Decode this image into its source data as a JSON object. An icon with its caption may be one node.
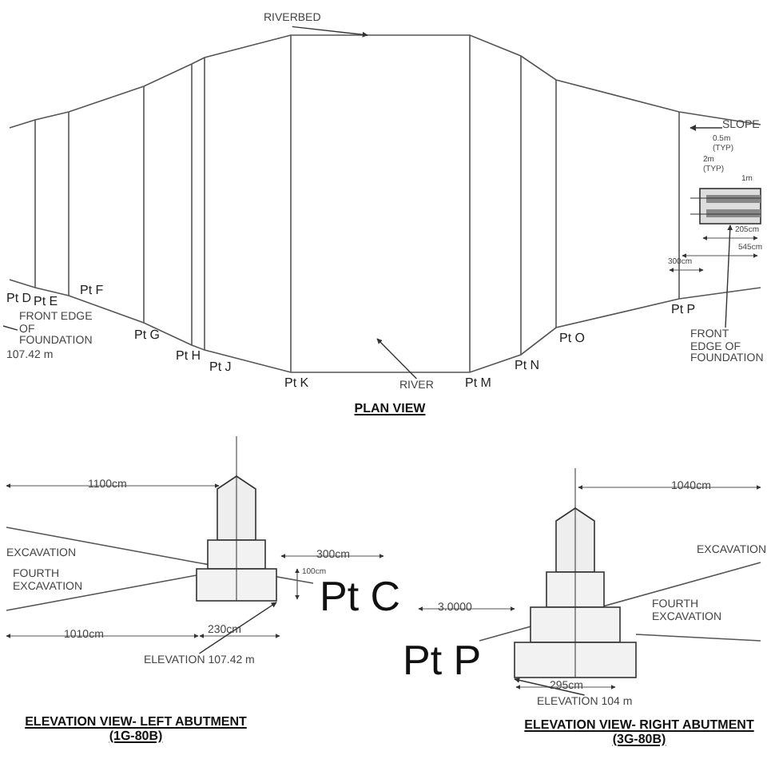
{
  "diagram": {
    "nodes": [
      {
        "text": [
          "RIVERBED"
        ]
      },
      {
        "text": [
          "RIVER"
        ]
      },
      {
        "text": [
          "FRONT EDGE OF FOUNDATION"
        ]
      },
      {
        "text": [],
        "shape": "picture"
      },
      {
        "text": [
          "FRONT EDGE OF FOUNDATION"
        ]
      },
      {
        "text": [],
        "shape": "picture"
      },
      {
        "text": [
          "ELEVATION 107.42 m"
        ]
      },
      {
        "text": [],
        "shape": "picture"
      },
      {
        "text": [
          "ELEVATION 104 m"
        ]
      }
    ],
    "edges": [
      {
        "from": 0,
        "to": null,
        "arrow": "to"
      },
      {
        "from": 1,
        "to": null,
        "arrow": "to"
      },
      {
        "from": 2,
        "to": null,
        "arrow": "none"
      },
      {
        "from": 4,
        "to": 3,
        "arrow": "to"
      },
      {
        "from": 6,
        "to": 5,
        "arrow": "to"
      },
      {
        "from": 8,
        "to": 7,
        "arrow": "to"
      }
    ],
    "labels": [
      "SLOPE",
      "0.5m (TYP)",
      "2m (TYP)",
      "1m",
      "205cm",
      "545cm",
      "300cm",
      "Pt D",
      "Pt E",
      "Pt F",
      "107.42 m",
      "Pt G",
      "Pt H",
      "Pt J",
      "Pt K",
      "Pt M",
      "Pt N",
      "Pt O",
      "Pt P",
      "PLAN VIEW",
      "1100cm",
      "1040cm",
      "EXCAVATION",
      "FOURTH EXCAVATION",
      "300cm",
      "100cm",
      "Pt C",
      "3.0000",
      "EXCAVATION",
      "FOURTH EXCAVATION",
      "Pt P",
      "1010cm",
      "230cm",
      "295cm",
      "ELEVATION VIEW- LEFT ABUTMENT (1G-80B)",
      "ELEVATION VIEW- RIGHT ABUTMENT (3G-80B)"
    ]
  }
}
